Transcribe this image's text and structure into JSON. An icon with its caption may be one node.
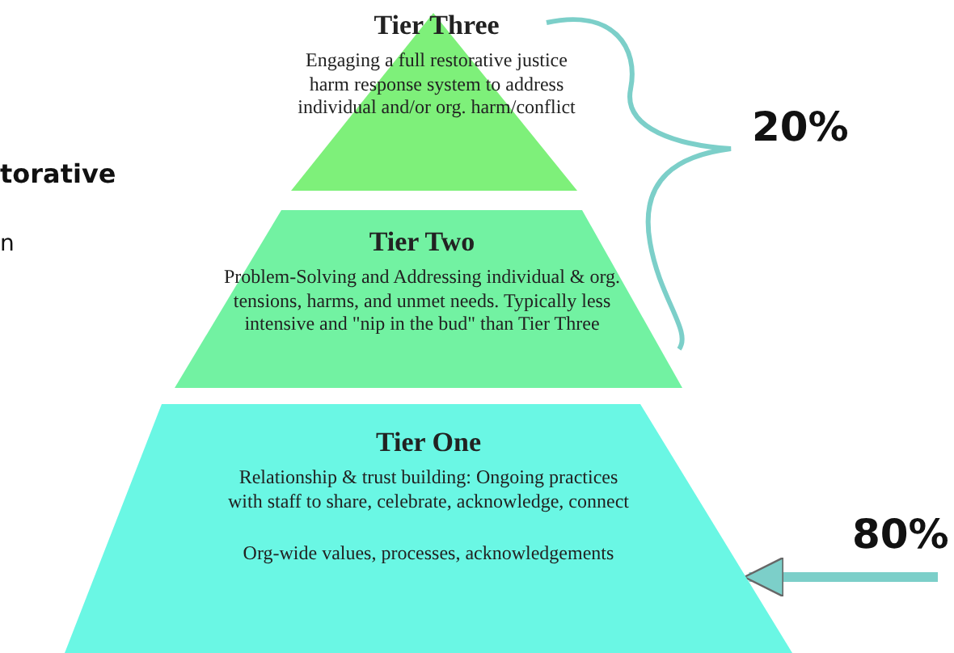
{
  "diagram": {
    "nodes": [
      {
        "text": [
          "Tier Three",
          "Engaging a full restorative justice harm response system to address individual and/or org. harm/conflict"
        ]
      },
      {
        "text": [
          "Tier Two",
          "Problem-Solving and Addressing individual & org. tensions, harms, and unmet needs. Typically less intensive and \"nip in the bud\" than Tier Three"
        ]
      },
      {
        "text": [
          "Tier One",
          "Relationship & trust building: Ongoing practices with staff to share, celebrate, acknowledge, connect",
          "Org-wide values, processes, acknowledgements"
        ]
      }
    ],
    "edges": [
      {
        "from": null,
        "to": 2,
        "arrow": "to"
      }
    ],
    "labels": [
      "torative",
      "n",
      "20%",
      "80%"
    ]
  }
}
